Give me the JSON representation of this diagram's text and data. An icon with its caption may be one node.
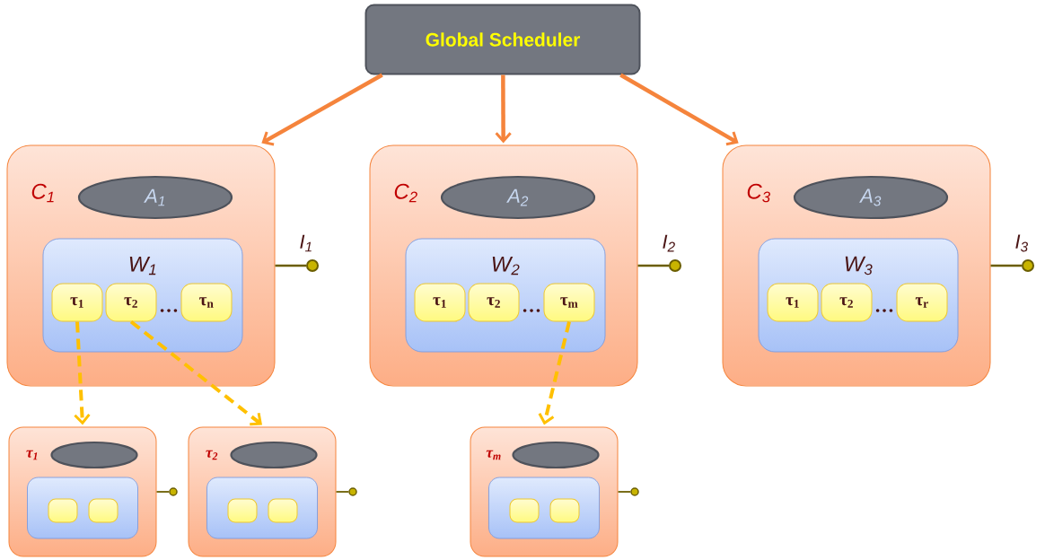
{
  "diagram": {
    "nodes": [
      {
        "text": [
          "Global Scheduler"
        ]
      },
      {
        "text": [
          "C$_{1}$"
        ]
      },
      {
        "text": [
          "A$_{1}$"
        ],
        "in": 1
      },
      {
        "text": [
          "W$_{1}$"
        ],
        "in": 1
      },
      {
        "text": [
          "τ$_{1}$"
        ],
        "in": 3
      },
      {
        "text": [
          "τ$_{2}$"
        ],
        "in": 3
      },
      {
        "text": [
          "τ$_{n}$"
        ],
        "in": 3
      },
      {
        "text": [
          "C$_{2}$"
        ]
      },
      {
        "text": [
          "A$_{2}$"
        ],
        "in": 7
      },
      {
        "text": [
          "W$_{2}$"
        ],
        "in": 7
      },
      {
        "text": [
          "τ$_{1}$"
        ],
        "in": 9
      },
      {
        "text": [
          "τ$_{2}$"
        ],
        "in": 9
      },
      {
        "text": [
          "τ$_{m}$"
        ],
        "in": 9
      },
      {
        "text": [
          "C$_{3}$"
        ]
      },
      {
        "text": [
          "A$_{3}$"
        ],
        "in": 13
      },
      {
        "text": [
          "W$_{3}$"
        ],
        "in": 13
      },
      {
        "text": [
          "τ$_{1}$"
        ],
        "in": 15
      },
      {
        "text": [
          "τ$_{2}$"
        ],
        "in": 15
      },
      {
        "text": [
          "τ$_{r}$"
        ],
        "in": 15
      },
      {
        "text": [
          "τ$_{1}$"
        ]
      },
      {
        "text": [],
        "shape": "ellipse",
        "in": 19
      },
      {
        "text": [],
        "shape": "box",
        "in": 19
      },
      {
        "text": [],
        "shape": "box",
        "in": 21
      },
      {
        "text": [],
        "shape": "box",
        "in": 21
      },
      {
        "text": [
          "τ$_{2}$"
        ]
      },
      {
        "text": [],
        "shape": "ellipse",
        "in": 24
      },
      {
        "text": [],
        "shape": "box",
        "in": 24
      },
      {
        "text": [],
        "shape": "box",
        "in": 26
      },
      {
        "text": [],
        "shape": "box",
        "in": 26
      },
      {
        "text": [
          "τ$_{m}$"
        ]
      },
      {
        "text": [],
        "shape": "ellipse",
        "in": 29
      },
      {
        "text": [],
        "shape": "box",
        "in": 29
      },
      {
        "text": [],
        "shape": "box",
        "in": 31
      },
      {
        "text": [],
        "shape": "box",
        "in": 31
      },
      {
        "text": [],
        "shape": "circle",
        "beside": [
          "I$_{1}$"
        ]
      },
      {
        "text": [],
        "shape": "circle",
        "beside": [
          "I$_{2}$"
        ]
      },
      {
        "text": [],
        "shape": "circle",
        "beside": [
          "I$_{3}$"
        ]
      },
      {
        "text": [],
        "shape": "circle"
      },
      {
        "text": [],
        "shape": "circle"
      },
      {
        "text": [],
        "shape": "circle"
      }
    ],
    "edges": [
      {
        "from": 0,
        "to": 1,
        "arrow": "to",
        "style": "thick",
        "color": "#f5843c"
      },
      {
        "from": 0,
        "to": 7,
        "arrow": "to",
        "style": "thick",
        "color": "#f5843c"
      },
      {
        "from": 0,
        "to": 13,
        "arrow": "to",
        "style": "thick",
        "color": "#f5843c"
      },
      {
        "from": 1,
        "to": 34,
        "arrow": "none"
      },
      {
        "from": 7,
        "to": 35,
        "arrow": "none"
      },
      {
        "from": 13,
        "to": 36,
        "arrow": "none"
      },
      {
        "from": 4,
        "to": 19,
        "arrow": "to",
        "style": "dashed",
        "color": "#ffc000"
      },
      {
        "from": 5,
        "to": 24,
        "arrow": "to",
        "style": "dashed",
        "color": "#ffc000"
      },
      {
        "from": 12,
        "to": 29,
        "arrow": "to",
        "style": "dashed",
        "color": "#ffc000"
      },
      {
        "from": 19,
        "to": 37,
        "arrow": "none"
      },
      {
        "from": 24,
        "to": 38,
        "arrow": "none"
      },
      {
        "from": 29,
        "to": 39,
        "arrow": "none"
      }
    ],
    "labels": [
      "…",
      "…",
      "…"
    ]
  }
}
